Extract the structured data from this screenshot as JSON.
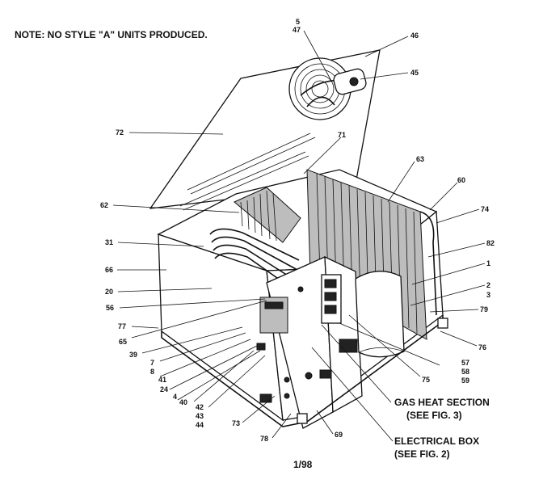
{
  "note": "NOTE:  NO STYLE \"A\" UNITS PRODUCED.",
  "page_number": "1/98",
  "sections": [
    {
      "title": "GAS HEAT SECTION",
      "reference": "(SEE FIG. 3)"
    },
    {
      "title": "ELECTRICAL BOX",
      "reference": "(SEE FIG. 2)"
    }
  ],
  "callouts": {
    "c5": "5",
    "c47": "47",
    "c46": "46",
    "c45": "45",
    "c72": "72",
    "c71": "71",
    "c63": "63",
    "c60": "60",
    "c62": "62",
    "c74": "74",
    "c31": "31",
    "c82": "82",
    "c66": "66",
    "c1": "1",
    "c20": "20",
    "c2": "2",
    "c3": "3",
    "c56": "56",
    "c79": "79",
    "c77": "77",
    "c65": "65",
    "c76": "76",
    "c39": "39",
    "c7": "7",
    "c8": "8",
    "c41": "41",
    "c57": "57",
    "c58": "58",
    "c59": "59",
    "c24": "24",
    "c4": "4",
    "c75": "75",
    "c40": "40",
    "c42": "42",
    "c43": "43",
    "c44": "44",
    "c73": "73",
    "c78": "78",
    "c69": "69"
  }
}
